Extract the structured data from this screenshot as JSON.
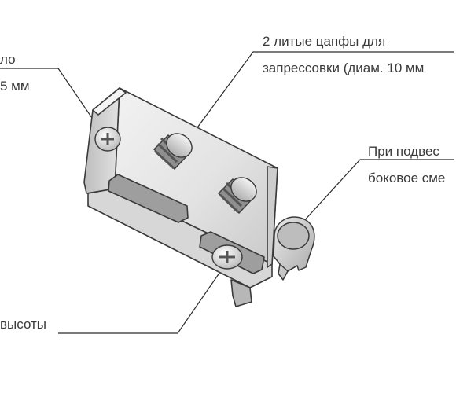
{
  "labels": {
    "top_left_line1": "ло",
    "top_left_line2": "5 мм",
    "top_right_line1": "2 литые цапфы для",
    "top_right_line2": "запрессовки (диам. 10 мм",
    "right_line1": "При подвес",
    "right_line2": "боковое сме",
    "bottom_left": "высоты"
  },
  "colors": {
    "leader_line": "#2a2a2a",
    "text": "#3a3a3a"
  }
}
